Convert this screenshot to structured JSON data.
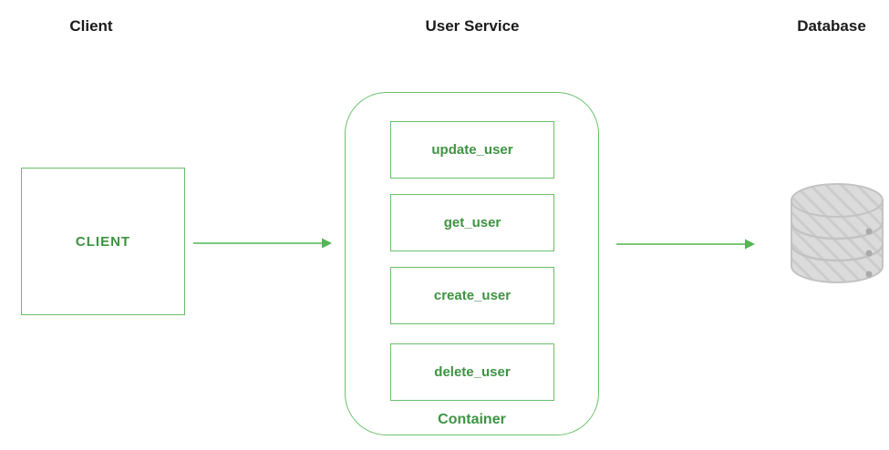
{
  "diagram": {
    "headers": {
      "client": "Client",
      "user_service": "User Service",
      "database": "Database"
    },
    "client_box_label": "CLIENT",
    "container": {
      "label": "Container",
      "methods": [
        "update_user",
        "get_user",
        "create_user",
        "delete_user"
      ]
    },
    "icons": {
      "database": "database-cylinder-icon"
    }
  },
  "colors": {
    "green_border": "#6abf69",
    "green_text": "#3e9342",
    "arrow_line": "#7cc87c",
    "arrow_head": "#55b555",
    "db_fill": "#dbdbdb",
    "db_stroke": "#c3c3c3",
    "db_hatch": "#cccccc",
    "db_dot": "#aaaaaa",
    "header_text": "#1b1b1b"
  }
}
